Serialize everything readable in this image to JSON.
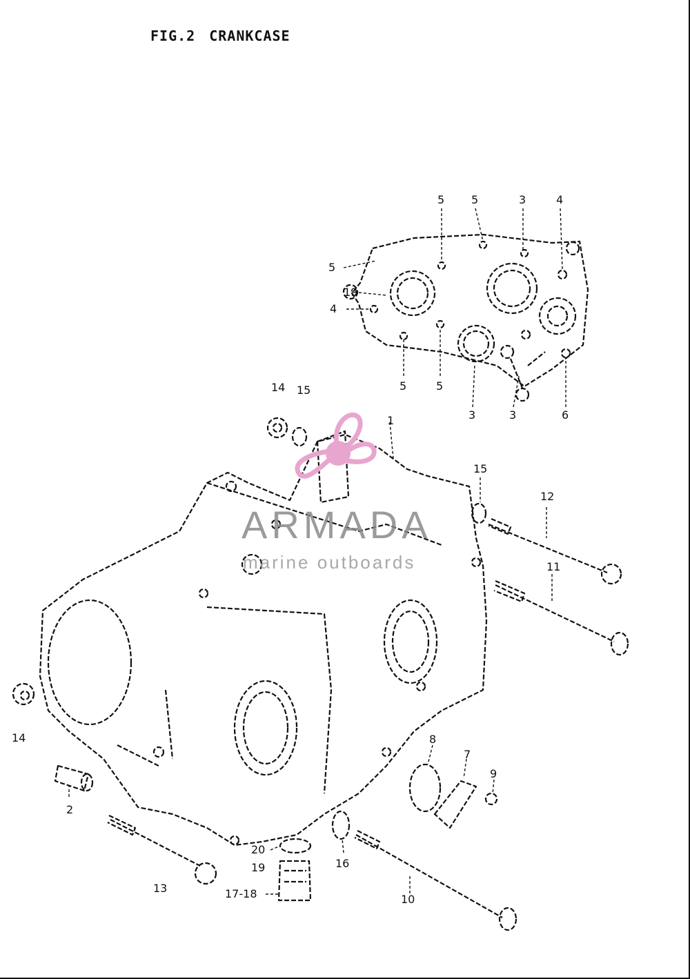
{
  "figure": {
    "number": "FIG.2",
    "title": "CRANKCASE"
  },
  "watermark": {
    "name": "ARMADA",
    "tagline": "marine outboards",
    "logo_icon": "propeller-logo-icon",
    "color": "#e8a6cf",
    "text_color": "#8a8a8a"
  },
  "callouts": {
    "c_top_5a": "5",
    "c_top_5b": "5",
    "c_top_3a": "3",
    "c_top_4a": "4",
    "c_left_5": "5",
    "c_left_19": "19",
    "c_left_4": "4",
    "c_bot_5a": "5",
    "c_bot_5b": "5",
    "c_bot_3a": "3",
    "c_bot_3b": "3",
    "c_bot_6": "6",
    "c_14a": "14",
    "c_15a": "15",
    "c_1": "1",
    "c_15b": "15",
    "c_12": "12",
    "c_11": "11",
    "c_14b": "14",
    "c_2": "2",
    "c_8": "8",
    "c_7": "7",
    "c_9": "9",
    "c_20": "20",
    "c_19": "19",
    "c_16": "16",
    "c_13": "13",
    "c_17_18": "17-18",
    "c_10": "10"
  }
}
